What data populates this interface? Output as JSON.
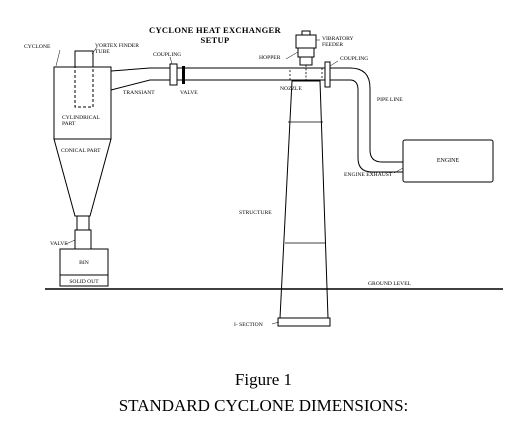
{
  "diagram": {
    "title_line1": "CYCLONE HEAT EXCHANGER",
    "title_line2": "SETUP",
    "labels": {
      "cyclone": "CYCLONE",
      "vortex_finder_1": "VORTEX FINDER",
      "vortex_finder_2": "TUBE",
      "coupling_left": "COUPLING",
      "hopper": "HOPPER",
      "vibratory_feeder_1": "VIBRATORY",
      "vibratory_feeder_2": "FEEDER",
      "coupling_right": "COUPLING",
      "transiant": "TRANSIANT",
      "valve_top": "VALVE",
      "nozzle": "NOZZLE",
      "pipe_line": "PIPE LINE",
      "cylindrical_1": "CYLINDRICAL",
      "cylindrical_2": "PART",
      "conical": "CONICAL PART",
      "engine": "ENGINE",
      "engine_exhaust": "ENGINE EXHAUST",
      "structure": "STRUCTURE",
      "valve_bottom": "VALVE",
      "bin": "BIN",
      "solid_out": "SOLID OUT",
      "ground_level": "GROUND LEVEL",
      "section": "I- SECTION"
    }
  },
  "caption": {
    "figure": "Figure 1",
    "title": "STANDARD CYCLONE DIMENSIONS:"
  }
}
